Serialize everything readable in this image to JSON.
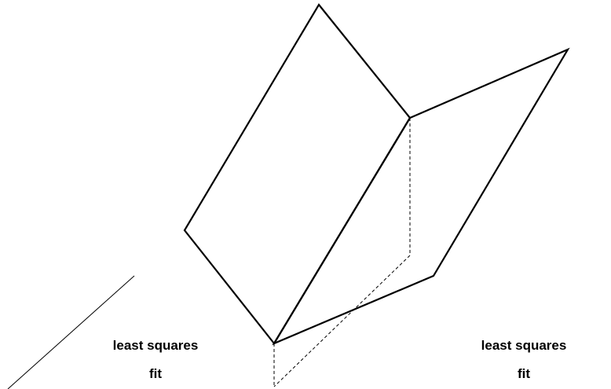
{
  "labels": {
    "left_line1": "least squares",
    "left_line2": "fit",
    "right_line1": "least squares",
    "right_line2": "fit"
  },
  "colors": {
    "stroke": "#000000",
    "background": "#ffffff"
  }
}
